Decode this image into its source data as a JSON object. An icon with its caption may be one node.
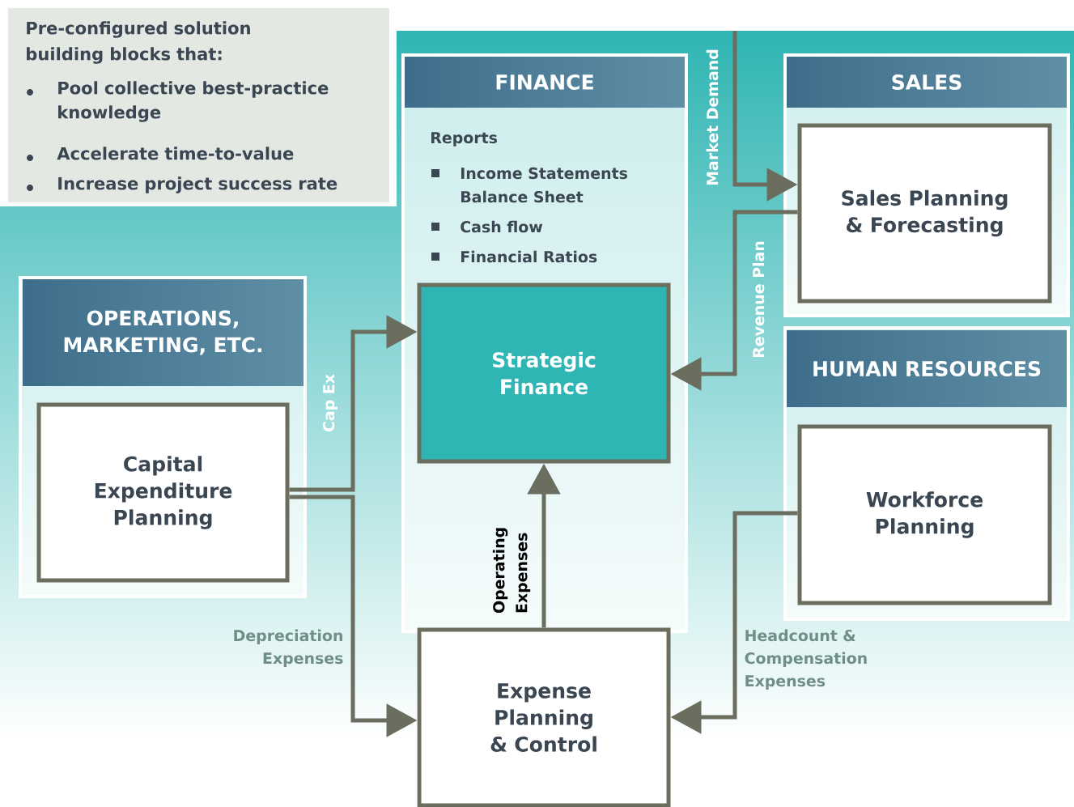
{
  "diagram": {
    "nodes": [
      {
        "text": [
          "Pre-configured solution building blocks that:",
          "Pool collective best-practice knowledge",
          "Accelerate time-to-value",
          "Increase project success rate"
        ]
      },
      {
        "text": [
          "FINANCE",
          "Reports",
          "Income Statements",
          "Balance Sheet",
          "Cash flow",
          "Financial Ratios"
        ]
      },
      {
        "text": [
          "Strategic Finance"
        ],
        "in": 1
      },
      {
        "text": [
          "SALES"
        ]
      },
      {
        "text": [
          "Sales Planning & Forecasting"
        ],
        "in": 3
      },
      {
        "text": [
          "OPERATIONS, MARKETING, ETC."
        ]
      },
      {
        "text": [
          "Capital Expenditure Planning"
        ],
        "in": 5
      },
      {
        "text": [
          "HUMAN RESOURCES"
        ]
      },
      {
        "text": [
          "Workforce Planning"
        ],
        "in": 7
      },
      {
        "text": [
          "Expense Planning & Control"
        ]
      }
    ],
    "edges": [
      {
        "from": null,
        "to": 4,
        "arrow": "to",
        "label": "Market Demand"
      },
      {
        "from": 4,
        "to": 2,
        "arrow": "to",
        "label": "Revenue Plan"
      },
      {
        "from": 6,
        "to": 2,
        "arrow": "to",
        "label": "Cap Ex"
      },
      {
        "from": 6,
        "to": 9,
        "arrow": "to",
        "label": "Depreciation Expenses"
      },
      {
        "from": 9,
        "to": 2,
        "arrow": "to",
        "label": "Operating Expenses"
      },
      {
        "from": 8,
        "to": 9,
        "arrow": "to",
        "label": "Headcount & Compensation Expenses"
      }
    ]
  }
}
